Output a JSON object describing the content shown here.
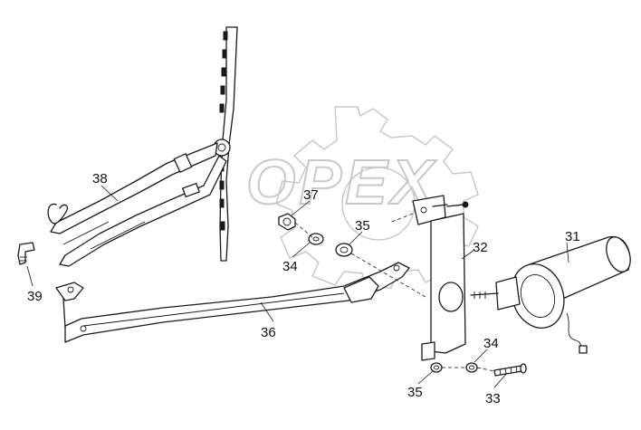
{
  "watermark": {
    "text": "OPEX",
    "color": "#c9c9c9"
  },
  "callouts": {
    "wiper_motor": "31",
    "mounting_bracket": "32",
    "screw": "33",
    "spring_washer_bottom": "34",
    "spring_washer_top": "34",
    "flat_washer_bottom": "35",
    "flat_washer_top": "35",
    "linkage_rod": "36",
    "nut": "37",
    "wiper_arm": "38",
    "washer_nozzle": "39"
  },
  "colors": {
    "line": "#1a1a1a",
    "background": "#ffffff"
  }
}
